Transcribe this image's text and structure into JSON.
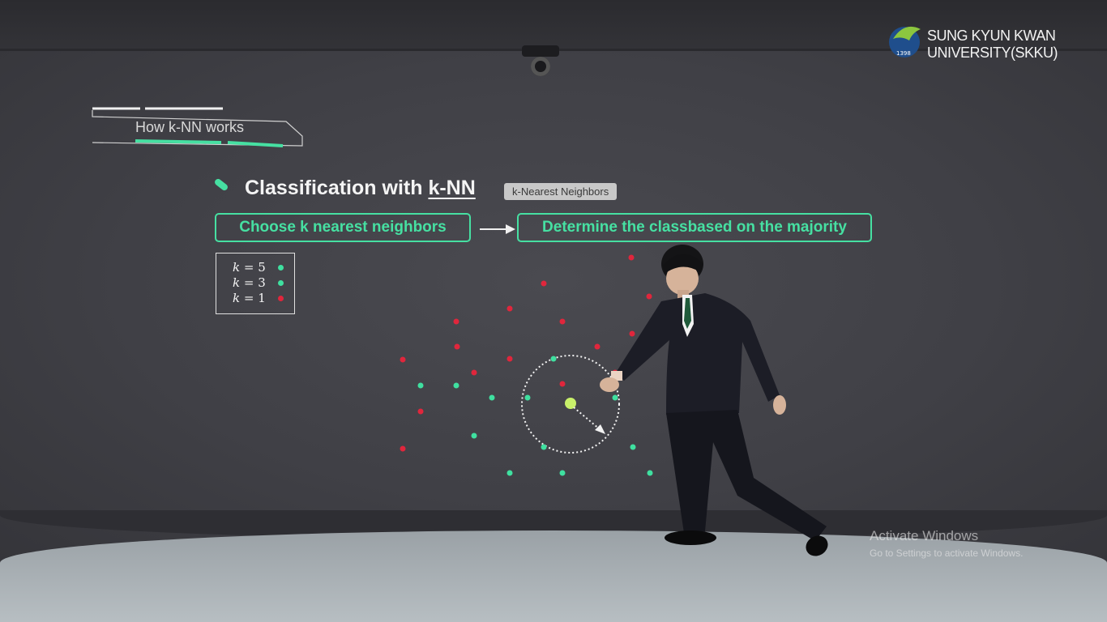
{
  "logo": {
    "line1": "SUNG KYUN KWAN",
    "line2": "UNIVERSITY(SKKU)",
    "emblem_year": "1398"
  },
  "section_tab": {
    "label": "How k-NN works"
  },
  "heading": {
    "prefix": "Classification with ",
    "emphasis": "k-NN",
    "badge": "k-Nearest Neighbors"
  },
  "steps": {
    "first": "Choose k nearest neighbors",
    "second": "Determine the classbased on the majority"
  },
  "legend": {
    "rows": [
      {
        "var": "k",
        "eq": " = 5",
        "color": "#3fe0a0"
      },
      {
        "var": "k",
        "eq": " = 3",
        "color": "#3fe0a0"
      },
      {
        "var": "k",
        "eq": " = 1",
        "color": "#e0263c"
      }
    ]
  },
  "colors": {
    "accent": "#46e0a2",
    "class_green": "#3fe0a0",
    "class_red": "#e0263c",
    "query": "#c8f06a"
  },
  "watermark": {
    "title": "Activate Windows",
    "subtitle": "Go to Settings to activate Windows."
  }
}
